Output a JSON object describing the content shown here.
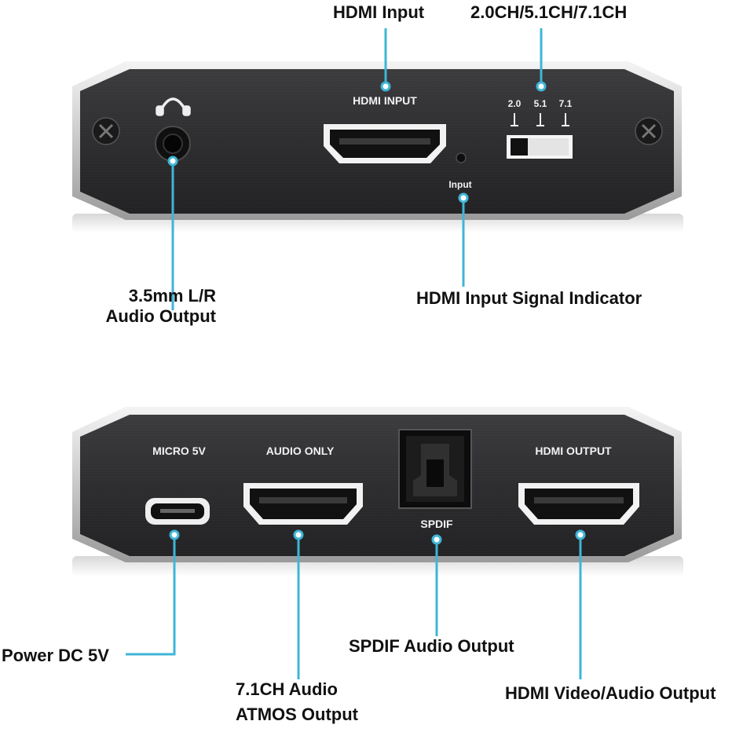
{
  "colors": {
    "leader": "#3fb5d6",
    "panel": "#2a2a2c",
    "panel_label": "#f2f2f2",
    "callout_text": "#111111"
  },
  "top_panel": {
    "icons": [
      "headphones-icon",
      "screw-icon"
    ],
    "labels": {
      "hdmi_input": "HDMI INPUT",
      "input": "Input",
      "ch_20": "2.0",
      "ch_51": "5.1",
      "ch_71": "7.1"
    }
  },
  "bottom_panel": {
    "labels": {
      "micro_5v": "MICRO 5V",
      "audio_only": "AUDIO ONLY",
      "hdmi_output": "HDMI OUTPUT",
      "spdif": "SPDIF"
    }
  },
  "callouts": {
    "hdmi_input": "HDMI Input",
    "channel_switch": "2.0CH/5.1CH/7.1CH",
    "audio_out_line1": "3.5mm L/R",
    "audio_out_line2": "Audio Output",
    "signal_indicator": "HDMI Input Signal Indicator",
    "power": "Power DC 5V",
    "spdif_output": "SPDIF Audio Output",
    "atmos_line1": "7.1CH Audio",
    "atmos_line2": "ATMOS Output",
    "hdmi_av_output": "HDMI Video/Audio Output"
  }
}
